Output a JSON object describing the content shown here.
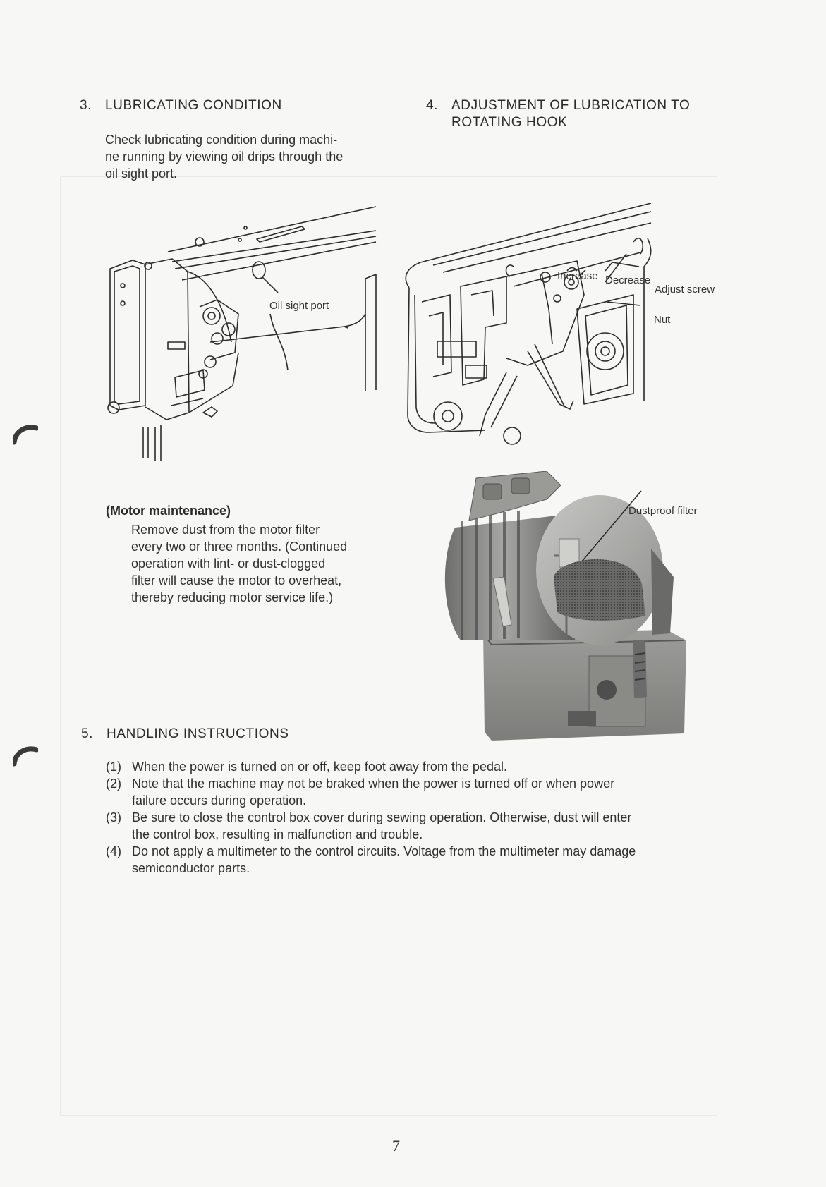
{
  "section3": {
    "number": "3.",
    "title": "LUBRICATING CONDITION",
    "body_lines": [
      "Check lubricating condition during machi-",
      "ne running by viewing oil drips through the",
      "oil sight port."
    ],
    "figure_label": "Oil sight port"
  },
  "section4": {
    "number": "4.",
    "title_line1": "ADJUSTMENT OF LUBRICATION TO",
    "title_line2": "ROTATING HOOK",
    "labels": {
      "increase": "Increase",
      "decrease": "Decrease",
      "adjust_screw": "Adjust screw",
      "nut": "Nut"
    }
  },
  "motor": {
    "title": "(Motor maintenance)",
    "body_lines": [
      "Remove dust from the motor filter",
      "every two or three months. (Continued",
      "operation with lint- or dust-clogged",
      "filter will cause the motor to overheat,",
      "thereby reducing motor service life.)"
    ],
    "figure_label": "Dustproof filter"
  },
  "section5": {
    "number": "5.",
    "title": "HANDLING INSTRUCTIONS",
    "items": [
      {
        "marker": "(1)",
        "lines": [
          "When the power is turned on or off, keep foot away from the pedal."
        ]
      },
      {
        "marker": "(2)",
        "lines": [
          "Note that the machine may not be braked when the power is turned off or when power",
          "failure occurs during operation."
        ]
      },
      {
        "marker": "(3)",
        "lines": [
          "Be sure to close the control box cover during sewing operation. Otherwise, dust will enter",
          "the control box, resulting in malfunction and trouble."
        ]
      },
      {
        "marker": "(4)",
        "lines": [
          "Do not apply a multimeter to the control circuits. Voltage from the multimeter may damage",
          "semiconductor parts."
        ]
      }
    ]
  },
  "page_number": "7",
  "colors": {
    "paper": "#f7f7f5",
    "ink": "#2a2a2a",
    "photo_gray": "#9a9a98"
  }
}
